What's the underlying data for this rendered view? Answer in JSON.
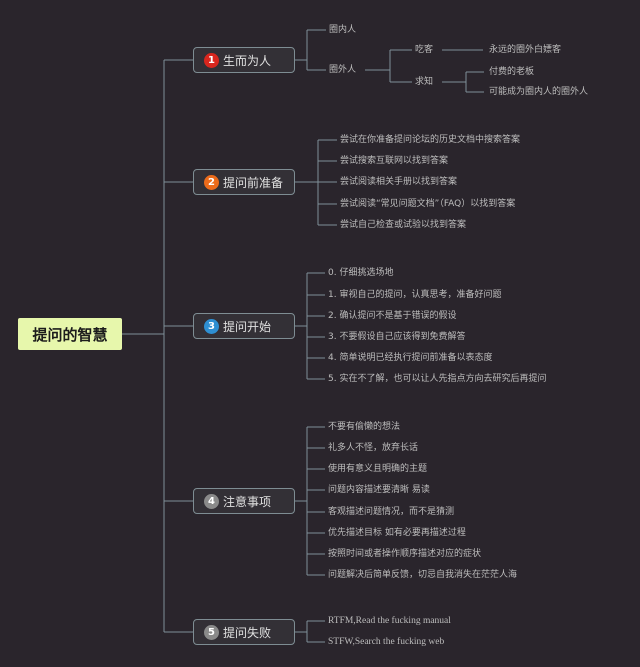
{
  "root": {
    "label": "提问的智慧"
  },
  "branches": [
    {
      "num": "1",
      "label": "生而为人",
      "color": "#d8261e"
    },
    {
      "num": "2",
      "label": "提问前准备",
      "color": "#ec6b1b"
    },
    {
      "num": "3",
      "label": "提问开始",
      "color": "#2e8fd2"
    },
    {
      "num": "4",
      "label": "注意事项",
      "color": "#8a8a8a"
    },
    {
      "num": "5",
      "label": "提问失败",
      "color": "#8a8a8a"
    }
  ],
  "b1": {
    "insider": "圈内人",
    "outsider": "圈外人",
    "freeloader": "吃客",
    "freeloader_note": "永远的圈外白嫖客",
    "learner": "求知",
    "learner_notes": [
      "付费的老板",
      "可能成为圈内人的圈外人"
    ]
  },
  "b2": {
    "items": [
      "尝试在你准备提问论坛的历史文档中搜索答案",
      "尝试搜索互联网以找到答案",
      "尝试阅读相关手册以找到答案",
      "尝试阅读“常见问题文档”（FAQ）以找到答案",
      "尝试自己检查或试验以找到答案"
    ]
  },
  "b3": {
    "items": [
      "0. 仔细挑选场地",
      "1. 审视自己的提问，认真思考，准备好问题",
      "2. 确认提问不是基于错误的假设",
      "3. 不要假设自己应该得到免费解答",
      "4. 简单说明已经执行提问前准备以表态度",
      "5. 实在不了解，也可以让人先指点方向去研究后再提问"
    ]
  },
  "b4": {
    "items": [
      "不要有偷懒的想法",
      "礼多人不怪，放弃长话",
      "使用有意义且明确的主题",
      "问题内容描述要清晰 易读",
      "客观描述问题情况，而不是猜测",
      "优先描述目标 如有必要再描述过程",
      "按照时间或者操作顺序描述对应的症状",
      "问题解决后简单反馈，切忌自我消失在茫茫人海"
    ]
  },
  "b5": {
    "items": [
      "RTFM,Read the fucking manual",
      "STFW,Search the fucking web"
    ]
  }
}
